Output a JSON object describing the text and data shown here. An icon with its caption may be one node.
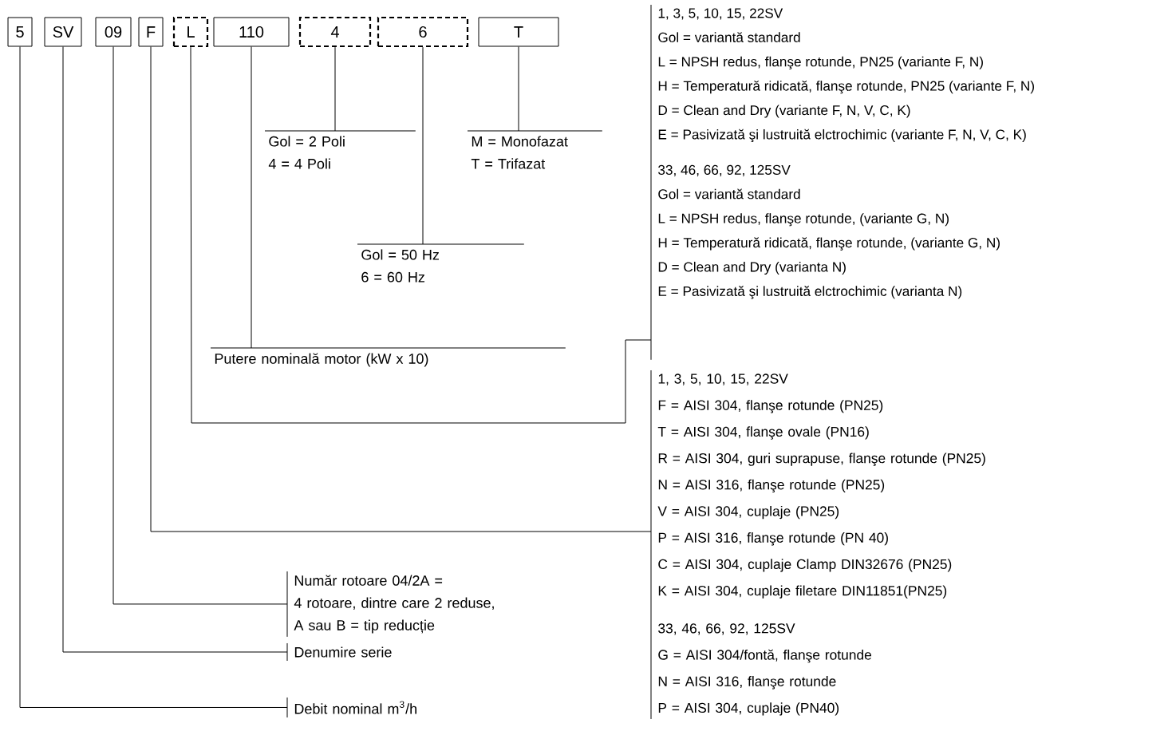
{
  "diagram": {
    "nodes": [
      {
        "text": [
          "5"
        ]
      },
      {
        "text": [
          "SV"
        ]
      },
      {
        "text": [
          "09"
        ]
      },
      {
        "text": [
          "F"
        ]
      },
      {
        "text": [
          "L"
        ]
      },
      {
        "text": [
          "110"
        ]
      },
      {
        "text": [
          "4"
        ]
      },
      {
        "text": [
          "6"
        ]
      },
      {
        "text": [
          "T"
        ]
      },
      {
        "text": [
          "Gol = 2 Poli",
          "4 = 4 Poli"
        ]
      },
      {
        "text": [
          "M = Monofazat",
          "T = Trifazat"
        ]
      },
      {
        "text": [
          "Gol = 50 Hz",
          "6 = 60 Hz"
        ]
      },
      {
        "text": [
          "Putere nominală motor (kW x 10)"
        ]
      },
      {
        "text": [
          "1, 3, 5, 10, 15, 22SV",
          "Gol = variantă standard",
          "L = NPSH redus, flanşe rotunde, PN25 (variante F, N)",
          "H = Temperatură ridicată, flanşe rotunde, PN25 (variante F, N)",
          "D = Clean and Dry (variante F, N, V, C, K)",
          "E = Pasivizată şi lustruită elctrochimic (variante F, N, V, C, K)",
          "33, 46, 66, 92, 125SV",
          "Gol = variantă standard",
          "L = NPSH redus, flanşe rotunde, (variante G, N)",
          "H = Temperatură ridicată, flanşe rotunde, (variante G, N)",
          "D = Clean and Dry (varianta N)",
          "E = Pasivizată şi lustruită elctrochimic (varianta N)"
        ]
      },
      {
        "text": [
          "1, 3, 5, 10, 15, 22SV",
          "F = AISI 304, flanşe rotunde (PN25)",
          "T = AISI 304, flanşe ovale (PN16)",
          "R = AISI 304, guri suprapuse, flanşe rotunde (PN25)",
          "N = AISI 316, flanşe rotunde (PN25)",
          "V = AISI 304, cuplaje (PN25)",
          "P = AISI 316, flanşe rotunde (PN 40)",
          "C = AISI 304, cuplaje Clamp DIN32676 (PN25)",
          "K = AISI 304, cuplaje filetare DIN11851(PN25)",
          "33, 46, 66, 92, 125SV",
          "G = AISI 304/fontă, flanşe rotunde",
          "N = AISI 316, flanşe rotunde",
          "P = AISI 304, cuplaje (PN40)"
        ]
      },
      {
        "text": [
          "Număr rotoare 04/2A =",
          "4 rotoare, dintre care 2 reduse,",
          "A sau B = tip reducție"
        ]
      },
      {
        "text": [
          "Denumire serie"
        ]
      },
      {
        "text": [
          "Debit nominal m$^{3}$/h"
        ]
      }
    ],
    "edges": [
      {
        "from": 6,
        "to": 9,
        "arrow": "none"
      },
      {
        "from": 8,
        "to": 10,
        "arrow": "none"
      },
      {
        "from": 7,
        "to": 11,
        "arrow": "none"
      },
      {
        "from": 5,
        "to": 12,
        "arrow": "none"
      },
      {
        "from": 4,
        "to": 13,
        "arrow": "none"
      },
      {
        "from": 3,
        "to": 14,
        "arrow": "none"
      },
      {
        "from": 2,
        "to": 15,
        "arrow": "none"
      },
      {
        "from": 1,
        "to": 16,
        "arrow": "none"
      },
      {
        "from": 0,
        "to": 17,
        "arrow": "none"
      }
    ]
  }
}
